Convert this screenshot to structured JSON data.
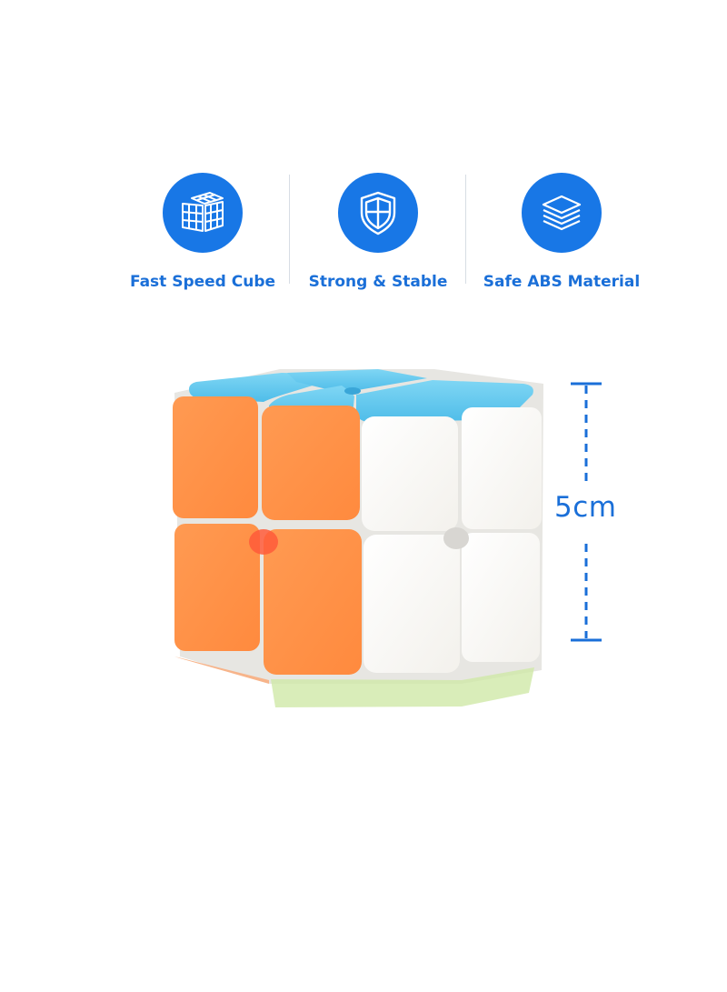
{
  "features": [
    {
      "label": "Fast Speed Cube",
      "icon": "cube-icon"
    },
    {
      "label": "Strong & Stable",
      "icon": "shield-icon"
    },
    {
      "label": "Safe ABS Material",
      "icon": "layers-icon"
    }
  ],
  "dimension": {
    "label": "5cm"
  },
  "colors": {
    "accent": "#1877e6",
    "sticker_top": "#5fc6ee",
    "sticker_left": "#ff9146",
    "sticker_right": "#fbfaf7"
  }
}
